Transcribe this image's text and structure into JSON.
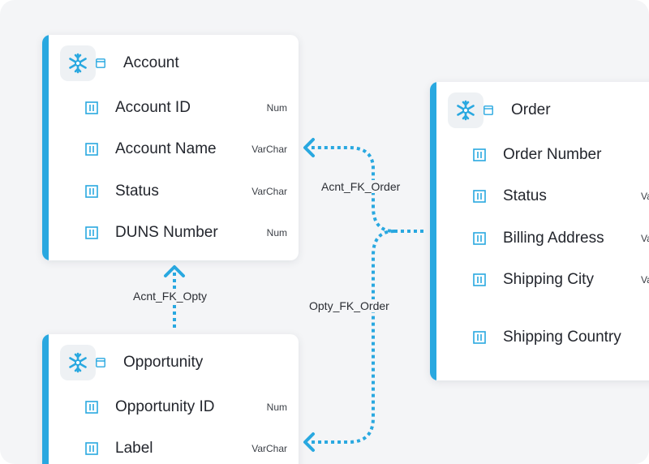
{
  "colors": {
    "accent": "#29a8e0",
    "text": "#23262d",
    "background": "#f4f5f7"
  },
  "tables": {
    "account": {
      "title": "Account",
      "icons": [
        "snowflake-icon",
        "table-icon"
      ],
      "fields": [
        {
          "name": "Account ID",
          "type": "Num"
        },
        {
          "name": "Account Name",
          "type": "VarChar"
        },
        {
          "name": "Status",
          "type": "VarChar"
        },
        {
          "name": "DUNS Number",
          "type": "Num"
        }
      ]
    },
    "opportunity": {
      "title": "Opportunity",
      "icons": [
        "snowflake-icon",
        "table-icon"
      ],
      "fields": [
        {
          "name": "Opportunity ID",
          "type": "Num"
        },
        {
          "name": "Label",
          "type": "VarChar"
        }
      ]
    },
    "order": {
      "title": "Order",
      "icons": [
        "snowflake-icon",
        "table-icon"
      ],
      "fields": [
        {
          "name": "Order Number",
          "type": ""
        },
        {
          "name": "Status",
          "type": "Va"
        },
        {
          "name": "Billing Address",
          "type": "Va"
        },
        {
          "name": "Shipping City",
          "type": "Va"
        },
        {
          "name": "Shipping Country",
          "type": ""
        }
      ]
    }
  },
  "relationships": [
    {
      "label": "Acnt_FK_Order",
      "from": "Order",
      "to": "Account"
    },
    {
      "label": "Opty_FK_Order",
      "from": "Order",
      "to": "Opportunity"
    },
    {
      "label": "Acnt_FK_Opty",
      "from": "Opportunity",
      "to": "Account"
    }
  ]
}
